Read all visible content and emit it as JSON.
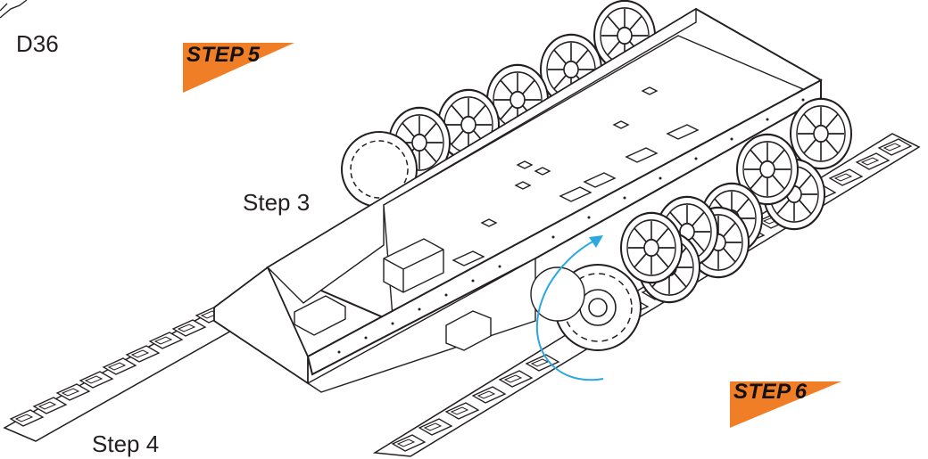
{
  "labels": {
    "part_ref": "D36",
    "step_3": "Step 3",
    "step_4": "Step 4"
  },
  "badges": {
    "step5": {
      "word": "STEP",
      "number": "5"
    },
    "step6": {
      "word": "STEP",
      "number": "6"
    }
  },
  "colors": {
    "badge_accent": "#f07e26",
    "rotation_arrow": "#2aa8e0",
    "line_art": "#231f20"
  }
}
